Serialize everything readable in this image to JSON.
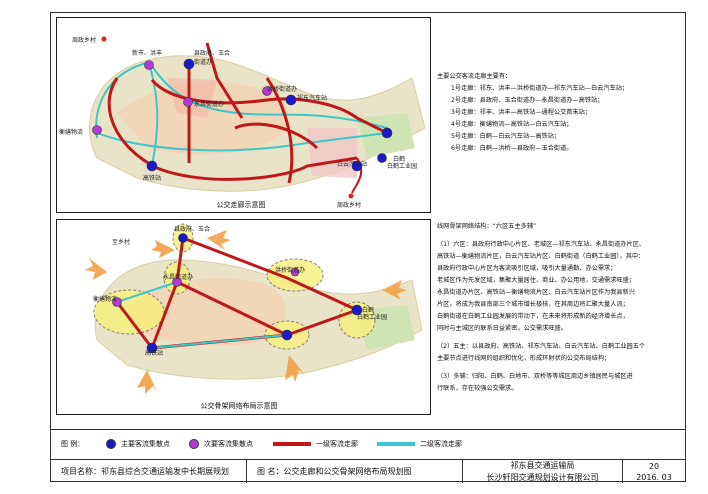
{
  "top_map": {
    "caption": "公交走廊示意图",
    "labels": {
      "zhou_zheng_village": "周政乡村",
      "new_city": "新市、洪丰",
      "county_gov": "县政府、玉合街道办",
      "ludong_station": "祁东汽车站",
      "yong_chang": "永昌街道办",
      "hongqiao": "洪桥街道办",
      "hengyang_logistics": "衡缮物流",
      "baiyun_station": "白云汽车站",
      "high_speed_rail": "高铁站",
      "baihe": "白鹤",
      "baihe_park": "白鹤工业园",
      "zhou_zheng_village_2": "周政乡村"
    }
  },
  "bottom_map": {
    "caption": "公交骨架网络布局示意图",
    "labels": {
      "zhi_xiang": "至乡村",
      "county_gov": "县政府、玉合",
      "yong_chang": "永昌街道办",
      "hongqiao": "洪桥街道办",
      "hengyang_logistics": "衡缮物流",
      "high_speed_rail": "高铁站",
      "baihe": "白鹤",
      "baihe_park": "白鹤工业园"
    }
  },
  "corridors": {
    "heading": "主要公交客流走廊主要有：",
    "items": [
      "1号走廊：祁东、洪丰—洪桥街道办—祁东汽车站—白云汽车站；",
      "2号走廊：县政府、玉合街道办—永昌街道办—高铁站；",
      "3号走廊：祁丰、洪丰—高铁站—通程公交首末站；",
      "4号走廊：衡缮物流—高铁站—白云汽车站；",
      "5号走廊：白鹤—白云汽车站—高铁站；",
      "6号走廊：白鹤—洪桥—县政府—玉合街道。"
    ]
  },
  "network": {
    "heading": "线网骨架网络结构：“六区五主多辅”",
    "para1": [
      "（1）六区：县政府行政中心片区、老城区—祁东汽车站、永昌街道办片区、",
      "高铁站—衡缮物流片区，白云汽车站片区、白鹤街道（白鹤工业园），其中：",
      "县政府行政中心片区为客流吸引区域，吸引大量通勤、办公需求；",
      "老城区作为先发区域，集聚大量居住、商业、办公用地，交通需求旺盛；",
      "永昌街道办片区、高铁站—衡缮物流片区、白云汽车站片区作为我县新兴",
      "片区，将成为我县南部三个城市增长极核，在其周边将汇聚大量人流；",
      "白鹤街道在白鹤工业园发展的带动下，在未来将形成新的经济增长点，",
      "同时与主城区的联系日益紧密，公交需求旺盛。"
    ],
    "para2": [
      "（2）五主：以县政府、高铁站、祁东汽车站、白云汽车站、白鹤工业园五个",
      "主要节点进行线网的组织和优化，形成环射状的公交布局结构；"
    ],
    "para3": [
      "（3）多辅：归阳、白鹤、白地市、双桥等等城区周边乡镇居民与城区进",
      "行联系，存在较强公交需求。"
    ]
  },
  "legend": {
    "title": "图  例：",
    "items": [
      {
        "label": "主要客流集散点",
        "kind": "dot",
        "color": "#1a1acc"
      },
      {
        "label": "次要客流集散点",
        "kind": "dot",
        "color": "#b23ad8"
      },
      {
        "label": "一级客流走廊",
        "kind": "line",
        "color": "#c01818"
      },
      {
        "label": "二级客流走廊",
        "kind": "line",
        "color": "#3ec6c8"
      }
    ]
  },
  "titlebar": {
    "project": "项目名称：祁东县综合交通运输发中长期展规划",
    "drawing": "图  名：公交走廊和公交骨架网络布局规划图",
    "org1": "祁东县交通运输局",
    "org2": "长沙轩阳交通规划设计有限公司",
    "page": "20",
    "date": "2016. 03"
  }
}
